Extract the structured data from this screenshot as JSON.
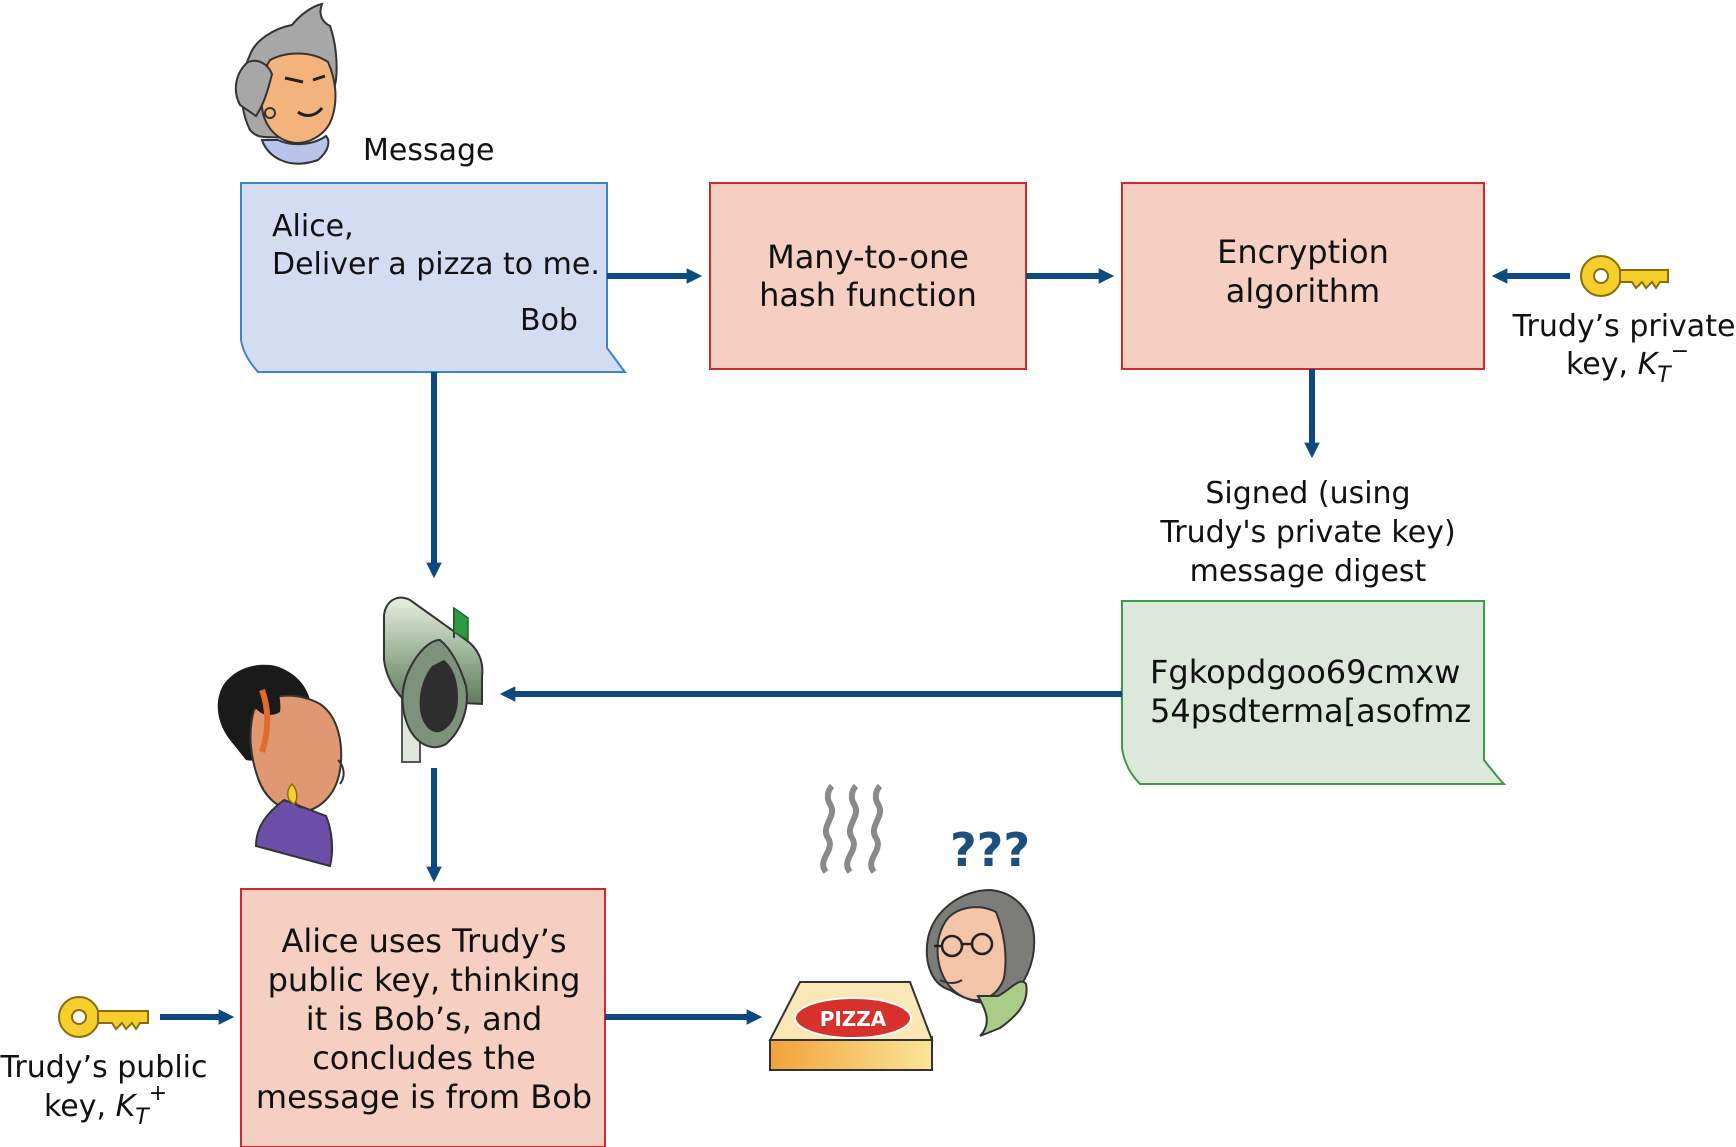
{
  "message_label": "Message",
  "message_doc": {
    "line1": "Alice,",
    "line2": "Deliver a pizza to me.",
    "signature": "Bob"
  },
  "hash_box": {
    "line1": "Many-to-one",
    "line2": "hash function"
  },
  "encrypt_box": {
    "line1": "Encryption",
    "line2": "algorithm"
  },
  "private_key_label": {
    "line1": "Trudy’s private",
    "line2_prefix": "key, ",
    "symbol": "K",
    "subscript": "T",
    "superscript": "−"
  },
  "signed_label": {
    "line1": "Signed (using",
    "line2": "Trudy's private key)",
    "line3": "message digest"
  },
  "digest_doc": {
    "line1": "Fgkopdgoo69cmxw",
    "line2": "54psdterma[asofmz"
  },
  "alice_box": {
    "line1": "Alice uses Trudy’s",
    "line2": "public key, thinking",
    "line3": "it is Bob’s, and",
    "line4": "concludes the",
    "line5": "message is from Bob"
  },
  "public_key_label": {
    "line1": "Trudy’s public",
    "line2_prefix": "key, ",
    "symbol": "K",
    "subscript": "T",
    "superscript": "+"
  },
  "pizza_label": "PIZZA",
  "confused_label": "???",
  "colors": {
    "arrow": "#0d4a80",
    "box_fill": "#f5d0c2",
    "box_stroke": "#d22a2a",
    "message_fill": "#d3ddf2",
    "message_stroke": "#3b84c6",
    "digest_fill": "#dbe8da",
    "digest_stroke": "#3c9a4a",
    "key": "#f5cf2b"
  }
}
